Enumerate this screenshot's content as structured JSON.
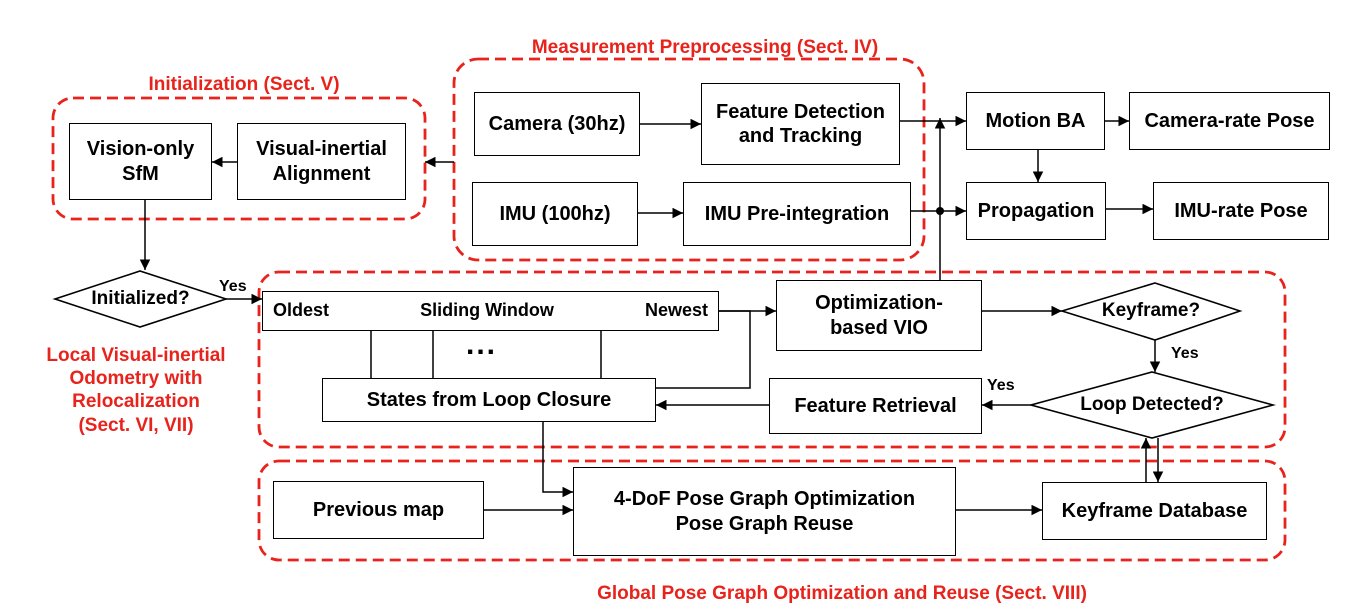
{
  "groups": {
    "measurement": "Measurement Preprocessing (Sect. IV)",
    "initialization": "Initialization (Sect. V)",
    "local_vio": "Local Visual-inertial\nOdometry with\nRelocalization\n(Sect. VI, VII)",
    "global": "Global Pose Graph Optimization and Reuse  (Sect. VIII)"
  },
  "blocks": {
    "camera": "Camera (30hz)",
    "feature_detection": "Feature Detection\nand Tracking",
    "imu": "IMU (100hz)",
    "imu_preintegration": "IMU Pre-integration",
    "vision_sfm": "Vision-only\nSfM",
    "vi_alignment": "Visual-inertial\nAlignment",
    "motion_ba": "Motion BA",
    "camera_rate_pose": "Camera-rate Pose",
    "propagation": "Propagation",
    "imu_rate_pose": "IMU-rate Pose",
    "optimization_vio": "Optimization-\nbased VIO",
    "feature_retrieval": "Feature Retrieval",
    "loop_states": "States from Loop Closure",
    "previous_map": "Previous map",
    "pose_graph": "4-DoF Pose Graph Optimization\nPose Graph Reuse",
    "keyframe_db": "Keyframe Database"
  },
  "decisions": {
    "initialized": "Initialized?",
    "keyframe": "Keyframe?",
    "loop_detected": "Loop Detected?"
  },
  "sliding_window": {
    "oldest": "Oldest",
    "title": "Sliding Window",
    "newest": "Newest",
    "ellipsis": "..."
  },
  "edge_labels": {
    "yes_initialized": "Yes",
    "yes_keyframe": "Yes",
    "yes_loop": "Yes"
  },
  "colors": {
    "group_border": "#e8231c",
    "group_title": "#e8231c",
    "line": "#000000"
  }
}
